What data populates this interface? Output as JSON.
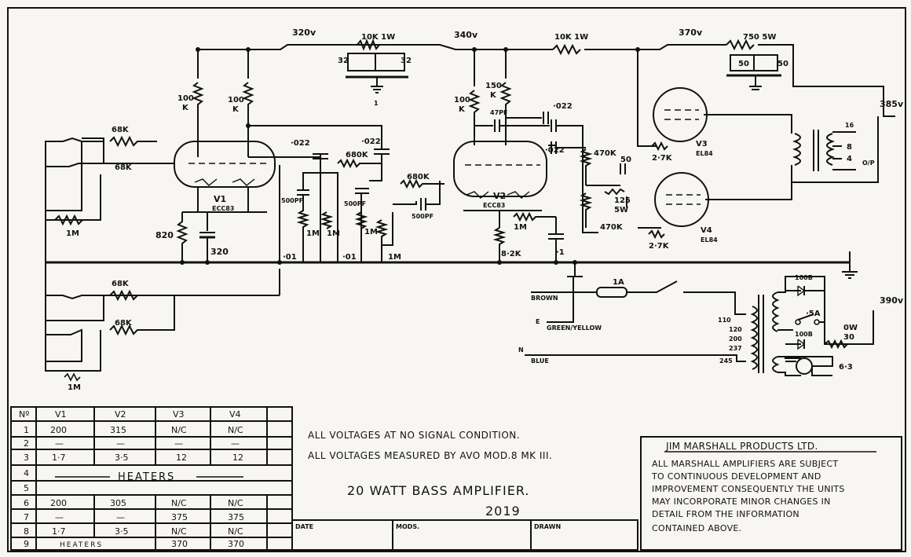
{
  "voltages": {
    "v320": "320v",
    "v340": "340v",
    "v370": "370v",
    "v385": "385v",
    "v390": "390v"
  },
  "components": {
    "r_10k_1w_a": "10K 1W",
    "r_10k_1w_b": "10K 1W",
    "r_750_5w": "750 5W",
    "cap_32a": "32",
    "cap_32b": "32",
    "cap_50a": "50",
    "cap_50b": "50",
    "r_100k_a": "100",
    "r_100k_a2": "K",
    "r_100k_b": "100",
    "r_100k_b2": "K",
    "r_100k_c": "100",
    "r_100k_c2": "K",
    "r_150k": "150",
    "r_150k2": "K",
    "r_68k_1": "68K",
    "r_68k_2": "68K",
    "r_68k_3": "68K",
    "r_68k_4": "68K",
    "r_1m_in1": "1M",
    "r_1m_in2": "1M",
    "cap_022_a": "·022",
    "cap_022_b": "·022",
    "cap_022_c": "·022",
    "cap_022_d": "·022",
    "r_680k_a": "680K",
    "r_680k_b": "680K",
    "cap_47pf": "47PF",
    "cap_500pf_a": "500PF",
    "cap_500pf_b": "500PF",
    "cap_500pf_c": "500PF",
    "pot_1m_a": "1M",
    "pot_1m_b": "1M",
    "pot_1m_c": "1M",
    "pot_1m_d": "1M",
    "cap_01_a": "·01",
    "cap_01_b": "·01",
    "r_820": "820",
    "cap_320": "320",
    "r_1m_v2": "1M",
    "r_8k2": "8·2K",
    "cap_1": "·1",
    "v1_label": "V1",
    "v1_type": "ECC83",
    "v2_label": "V2",
    "v2_type": "ECC83",
    "v3_label": "V3",
    "v3_type": "EL84",
    "v4_label": "V4",
    "v4_type": "EL84",
    "r_470k_a": "470K",
    "r_470k_b": "470K",
    "cap_50_pi": "50",
    "r_125_5w": "125",
    "r_125_5w2": "5W",
    "r_2k7_a": "2·7K",
    "r_2k7_b": "2·7K",
    "tap_16": "16",
    "tap_8": "8",
    "tap_4": "4",
    "tap_op": "O/P",
    "fuse_1a": "1A",
    "fuse_5a": "·5A",
    "wire_brown": "BROWN",
    "wire_e": "E",
    "wire_green": "GREEN/YELLOW",
    "wire_n": "N",
    "wire_blue": "BLUE",
    "tap_110": "110",
    "tap_120": "120",
    "tap_200": "200",
    "tap_237": "237",
    "tap_245": "245",
    "rect_a": "100B",
    "rect_b": "100B",
    "r_30": "30",
    "r_0w": "0W",
    "heater_63": "6·3",
    "ground_1": "1"
  },
  "table": {
    "headers": [
      "Nº",
      "V1",
      "V2",
      "V3",
      "V4"
    ],
    "rows": [
      [
        "1",
        "200",
        "315",
        "N/C",
        "N/C"
      ],
      [
        "2",
        "—",
        "—",
        "—",
        "—"
      ],
      [
        "3",
        "1·7",
        "3·5",
        "12",
        "12"
      ],
      [
        "4",
        "",
        "",
        "",
        ""
      ],
      [
        "5",
        "",
        "",
        "",
        ""
      ],
      [
        "6",
        "200",
        "305",
        "N/C",
        "N/C"
      ],
      [
        "7",
        "—",
        "—",
        "375",
        "375"
      ],
      [
        "8",
        "1·7",
        "3·5",
        "N/C",
        "N/C"
      ],
      [
        "9",
        "",
        "",
        "370",
        "370"
      ]
    ],
    "heaters_label": "HEATERS",
    "heaters_label_2": "HEATERS"
  },
  "notes": {
    "line1": "ALL VOLTAGES AT NO SIGNAL CONDITION.",
    "line2": "ALL VOLTAGES MEASURED BY AVO MOD.8 MK III.",
    "title": "20 WATT BASS AMPLIFIER.",
    "number": "2019"
  },
  "titleblock": {
    "date": "DATE",
    "mods": "MODS.",
    "drawn": "DRAWN"
  },
  "company": {
    "name": "JIM MARSHALL PRODUCTS LTD.",
    "lines": [
      "ALL MARSHALL AMPLIFIERS ARE SUBJECT",
      "TO CONTINUOUS DEVELOPMENT AND",
      "IMPROVEMENT CONSEQUENTLY THE UNITS",
      "MAY INCORPORATE MINOR CHANGES IN",
      "DETAIL FROM THE INFORMATION",
      "CONTAINED ABOVE."
    ]
  }
}
